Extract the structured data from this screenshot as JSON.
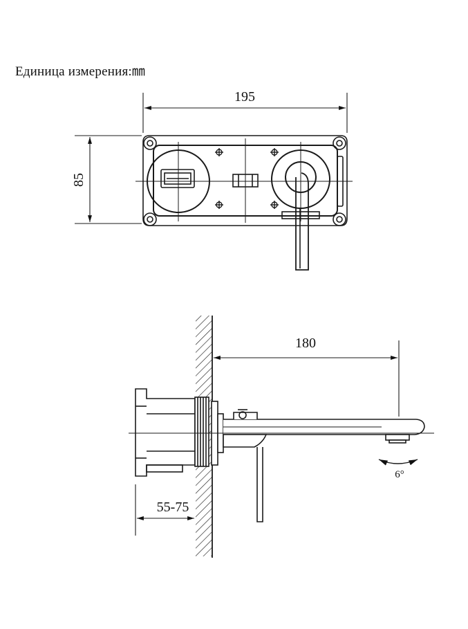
{
  "units_label": "Единица измерения:㎜",
  "colors": {
    "line": "#1a1a1a",
    "background": "#ffffff"
  },
  "dimensions": {
    "top_width": "195",
    "top_height": "85",
    "spout_reach": "180",
    "wall_depth": "55-75",
    "swivel_angle": "6°"
  }
}
